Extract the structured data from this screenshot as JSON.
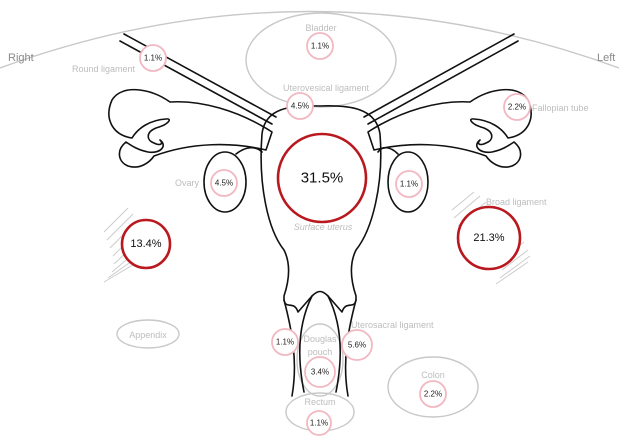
{
  "sides": {
    "right": "Right",
    "left": "Left"
  },
  "labels": {
    "bladder": "Bladder",
    "uterovesical": "Uterovesical ligament",
    "round_ligament": "Round ligament",
    "fallopian_tube": "Fallopian tube",
    "ovary": "Ovary",
    "broad_ligament": "Broad ligament",
    "surface_uterus": "Surface uterus",
    "appendix": "Appendix",
    "douglas_line1": "Douglas",
    "douglas_line2": "pouch",
    "uterosacral": "Uterosacral ligament",
    "colon": "Colon",
    "rectum": "Rectum"
  },
  "values": {
    "bladder": "1.1%",
    "round_ligament": "1.1%",
    "uterovesical": "4.5%",
    "fallopian_tube": "2.2%",
    "ovary_right": "4.5%",
    "surface_uterus": "31.5%",
    "ovary_left": "1.1%",
    "broad_right": "13.4%",
    "broad_left": "21.3%",
    "douglas_left": "1.1%",
    "uterosacral": "5.6%",
    "douglas_center": "3.4%",
    "colon": "2.2%",
    "rectum": "1.1%"
  },
  "colors": {
    "strong": "#b8181e",
    "light": "#f2b8c2",
    "outline": "#111111",
    "organ": "#c8c8c8"
  }
}
